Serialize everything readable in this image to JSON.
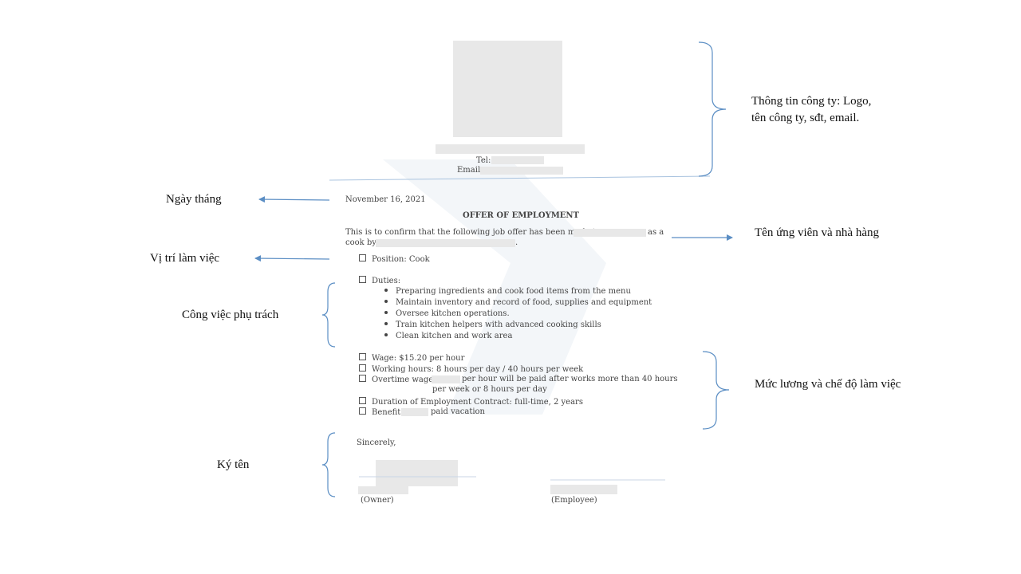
{
  "letter": {
    "company": {
      "tel_label": "Tel:",
      "email_label": "Email:"
    },
    "date": "November 16, 2021",
    "title": "OFFER OF EMPLOYMENT",
    "intro_1": "This is to confirm that the following job offer has been made to",
    "intro_1_end": "as a",
    "intro_2": "cook by",
    "intro_2_end": ".",
    "position": "Position:  Cook",
    "duties_label": "Duties:",
    "duties": [
      "Preparing ingredients and cook food items from the menu",
      "Maintain inventory and record of food, supplies and equipment",
      "Oversee kitchen operations.",
      "Train kitchen helpers with advanced cooking skills",
      "Clean kitchen and work area"
    ],
    "wage": "Wage: $15.20 per hour",
    "working_hours": "Working hours: 8 hours per day / 40 hours per week",
    "overtime_label": "Overtime wage:",
    "overtime_text": "per hour will be paid after works more than 40 hours",
    "overtime_text_2": "per week or 8 hours per day",
    "duration": "Duration of Employment Contract: full-time, 2 years",
    "benefit_label": "Benefit:",
    "benefit_text": "paid vacation",
    "closing": "Sincerely,",
    "owner_label": "(Owner)",
    "employee_label": "(Employee)"
  },
  "annotations": {
    "company_info_1": "Thông  tin công ty: Logo,",
    "company_info_2": "tên công ty,  sđt, email.",
    "date": "Ngày  tháng",
    "candidate_restaurant": "Tên ứng viên và nhà hàng",
    "position": "Vị trí làm việc",
    "duties": "Công việc phụ trách",
    "wage_conditions": "Mức lương và chế độ làm việc",
    "signature": "Ký tên"
  },
  "colors": {
    "arrow": "#5b8ec4",
    "redaction": "#e8e8e8"
  }
}
